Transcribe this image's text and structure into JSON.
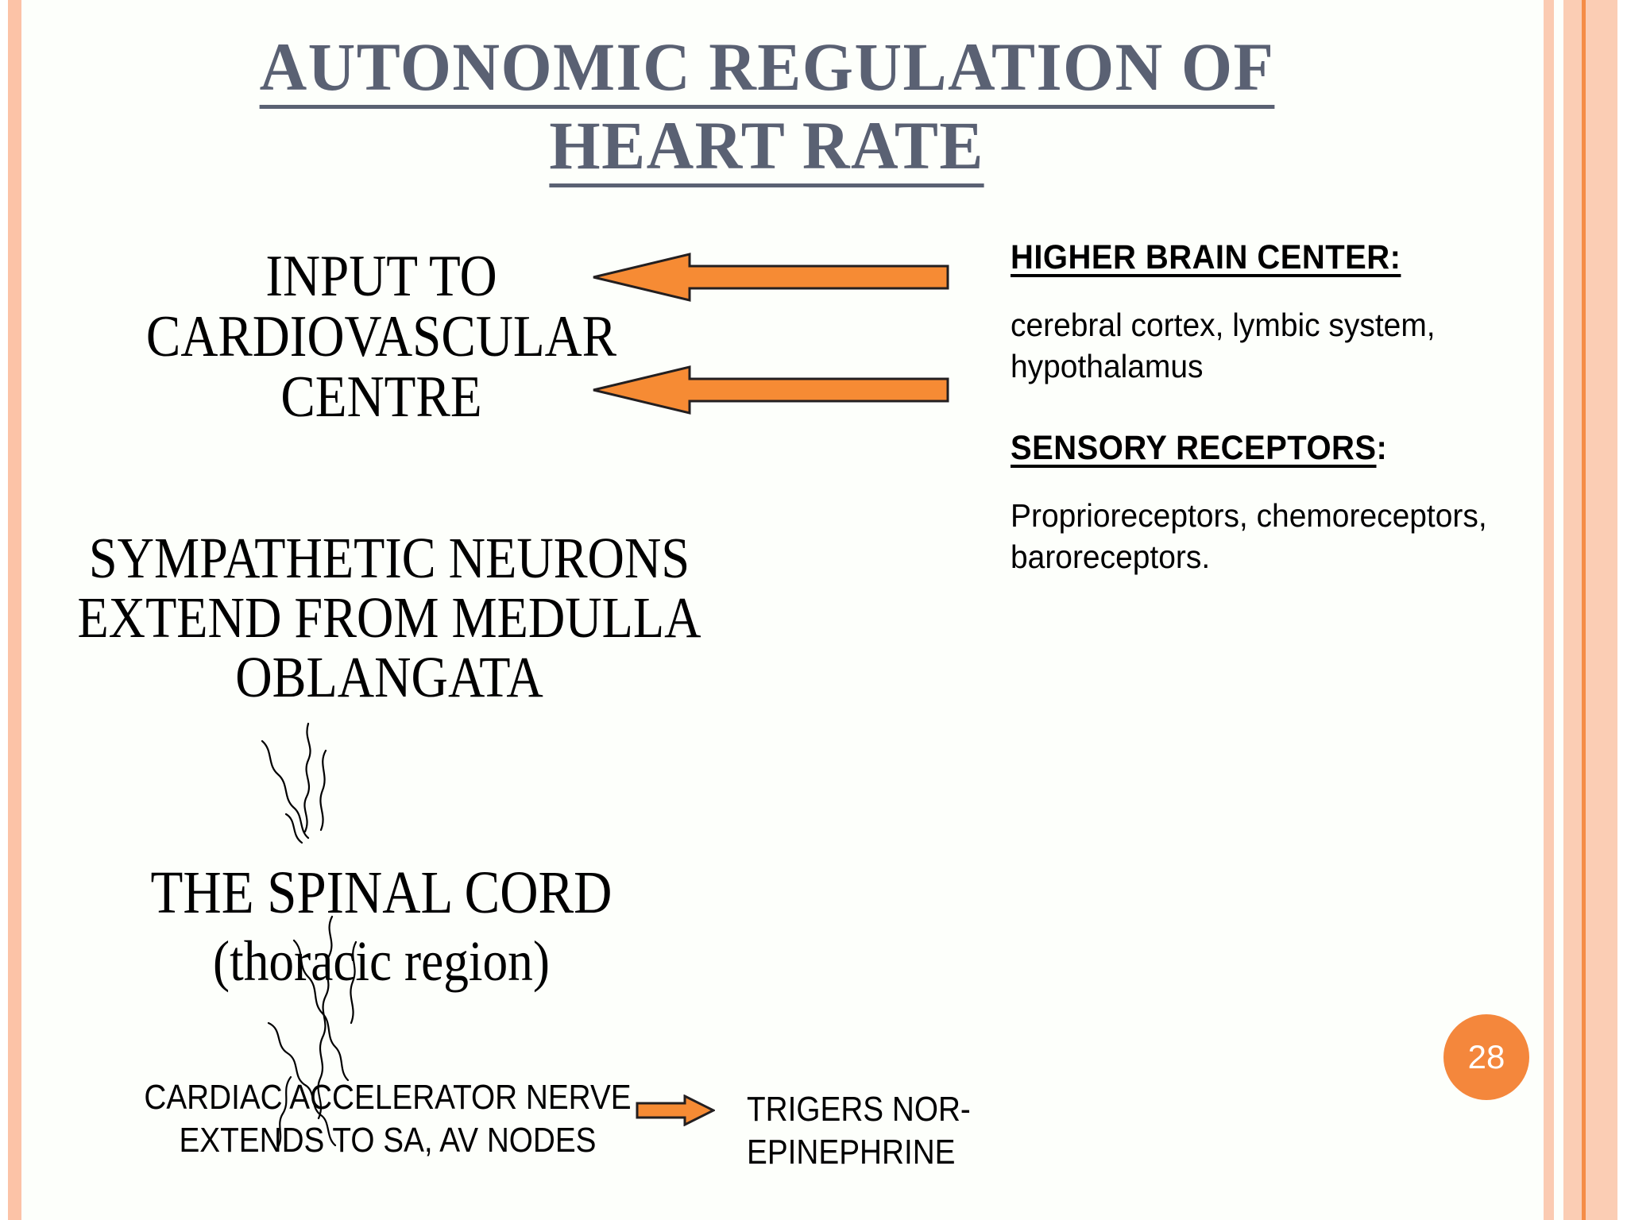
{
  "slide": {
    "title_line1": "AUTONOMIC REGULATION OF",
    "title_line2": "HEART RATE",
    "page_number": "28",
    "title_color": "#5a6173",
    "accent_color": "#f4873c",
    "arrow_fill": "#f68b34",
    "arrow_stroke": "#231f20",
    "border_stripe_color": "#fbcbb2",
    "background_color": "#fdfffb"
  },
  "left_column": {
    "input_block": "INPUT TO CARDIOVASCULAR CENTRE",
    "sympathetic_block": "SYMPATHETIC NEURONS EXTEND FROM MEDULLA OBLANGATA",
    "spinal_block_main": "THE SPINAL CORD",
    "spinal_block_sub": "(thoracic region)",
    "cardiac_nerve_block": "CARDIAC ACCELERATOR NERVE EXTENDS TO SA, AV NODES",
    "trigers_block": "TRIGERS NOR-EPINEPHRINE"
  },
  "right_column": {
    "heading1_underlined": "HIGHER BRAIN CENTER:",
    "heading1_trailing": "",
    "body1": "cerebral cortex, lymbic system, hypothalamus",
    "heading2_underlined": "SENSORY RECEPTORS",
    "heading2_trailing": ":",
    "body2": "Proprioreceptors, chemoreceptors, baroreceptors."
  },
  "arrows": {
    "top_arrow_name": "arrow-left-higher-brain",
    "second_arrow_name": "arrow-left-sensory-receptors",
    "bottom_arrow_name": "arrow-right-trigers"
  }
}
